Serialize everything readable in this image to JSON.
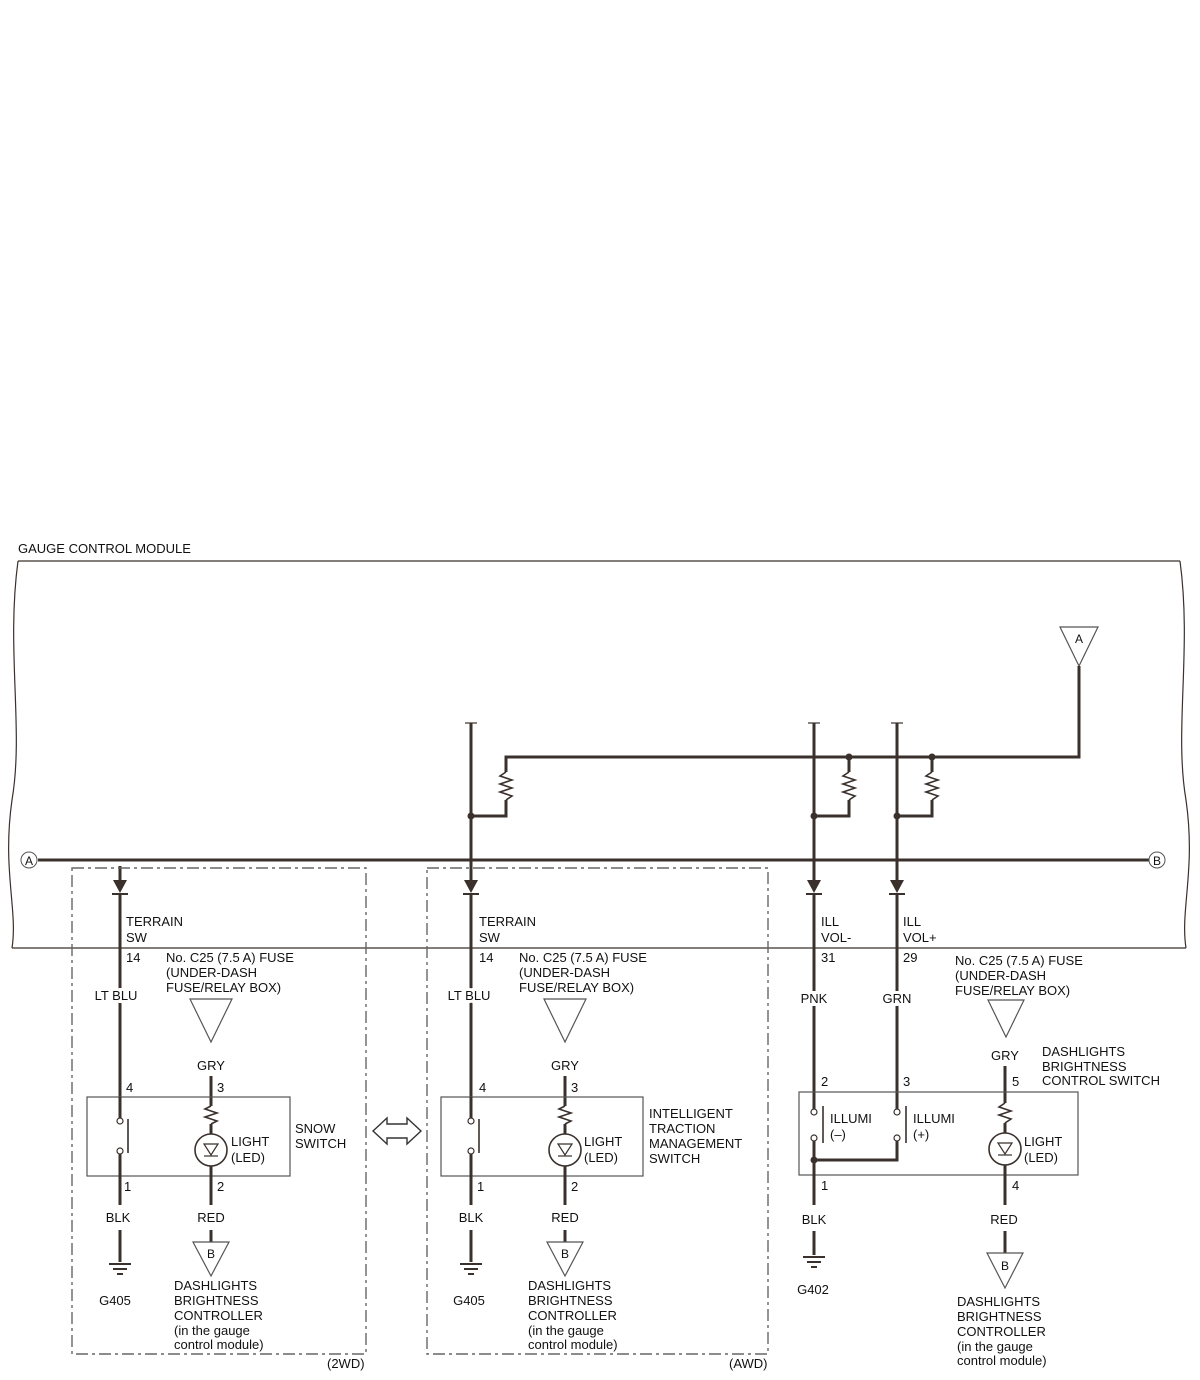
{
  "module": {
    "title": "GAUGE CONTROL MODULE",
    "conn_a": "A",
    "conn_b": "B",
    "pin_terrain_a": "TERRAIN",
    "pin_terrain_b": "SW",
    "pin_illneg_a": "ILL",
    "pin_illneg_b": "VOL-",
    "pin_illpos_a": "ILL",
    "pin_illpos_b": "VOL+"
  },
  "fuse": {
    "line1": "No. C25 (7.5 A) FUSE",
    "line2": "(UNDER-DASH",
    "line3": "FUSE/RELAY BOX)"
  },
  "dest": {
    "line1": "DASHLIGHTS",
    "line2": "BRIGHTNESS",
    "line3": "CONTROLLER",
    "line4": "(in the gauge",
    "line5": "control module)"
  },
  "snow": {
    "pin_terrain": "14",
    "wire_terrain": "LT BLU",
    "pin_sw": "4",
    "pin_light_in": "3",
    "wire_gry": "GRY",
    "pin_gnd": "1",
    "pin_light_out": "2",
    "wire_blk": "BLK",
    "wire_red": "RED",
    "ground": "G405",
    "light_a": "LIGHT",
    "light_b": "(LED)",
    "name1": "SNOW",
    "name2": "SWITCH",
    "variant": "(2WD)"
  },
  "awd": {
    "pin_terrain": "14",
    "wire_terrain": "LT BLU",
    "pin_sw": "4",
    "pin_light_in": "3",
    "wire_gry": "GRY",
    "pin_gnd": "1",
    "pin_light_out": "2",
    "wire_blk": "BLK",
    "wire_red": "RED",
    "ground": "G405",
    "light_a": "LIGHT",
    "light_b": "(LED)",
    "name1": "INTELLIGENT",
    "name2": "TRACTION",
    "name3": "MANAGEMENT",
    "name4": "SWITCH",
    "variant": "(AWD)"
  },
  "dimmer": {
    "pin_neg": "31",
    "pin_pos": "29",
    "wire_pnk": "PNK",
    "wire_grn": "GRN",
    "pin_2": "2",
    "pin_3": "3",
    "pin_5": "5",
    "pin_1": "1",
    "pin_4": "4",
    "wire_gry": "GRY",
    "wire_blk": "BLK",
    "wire_red": "RED",
    "ground": "G402",
    "illumi_neg_a": "ILLUMI",
    "illumi_neg_b": "(–)",
    "illumi_pos_a": "ILLUMI",
    "illumi_pos_b": "(+)",
    "light_a": "LIGHT",
    "light_b": "(LED)",
    "name1": "DASHLIGHTS",
    "name2": "BRIGHTNESS",
    "name3": "CONTROL SWITCH"
  }
}
